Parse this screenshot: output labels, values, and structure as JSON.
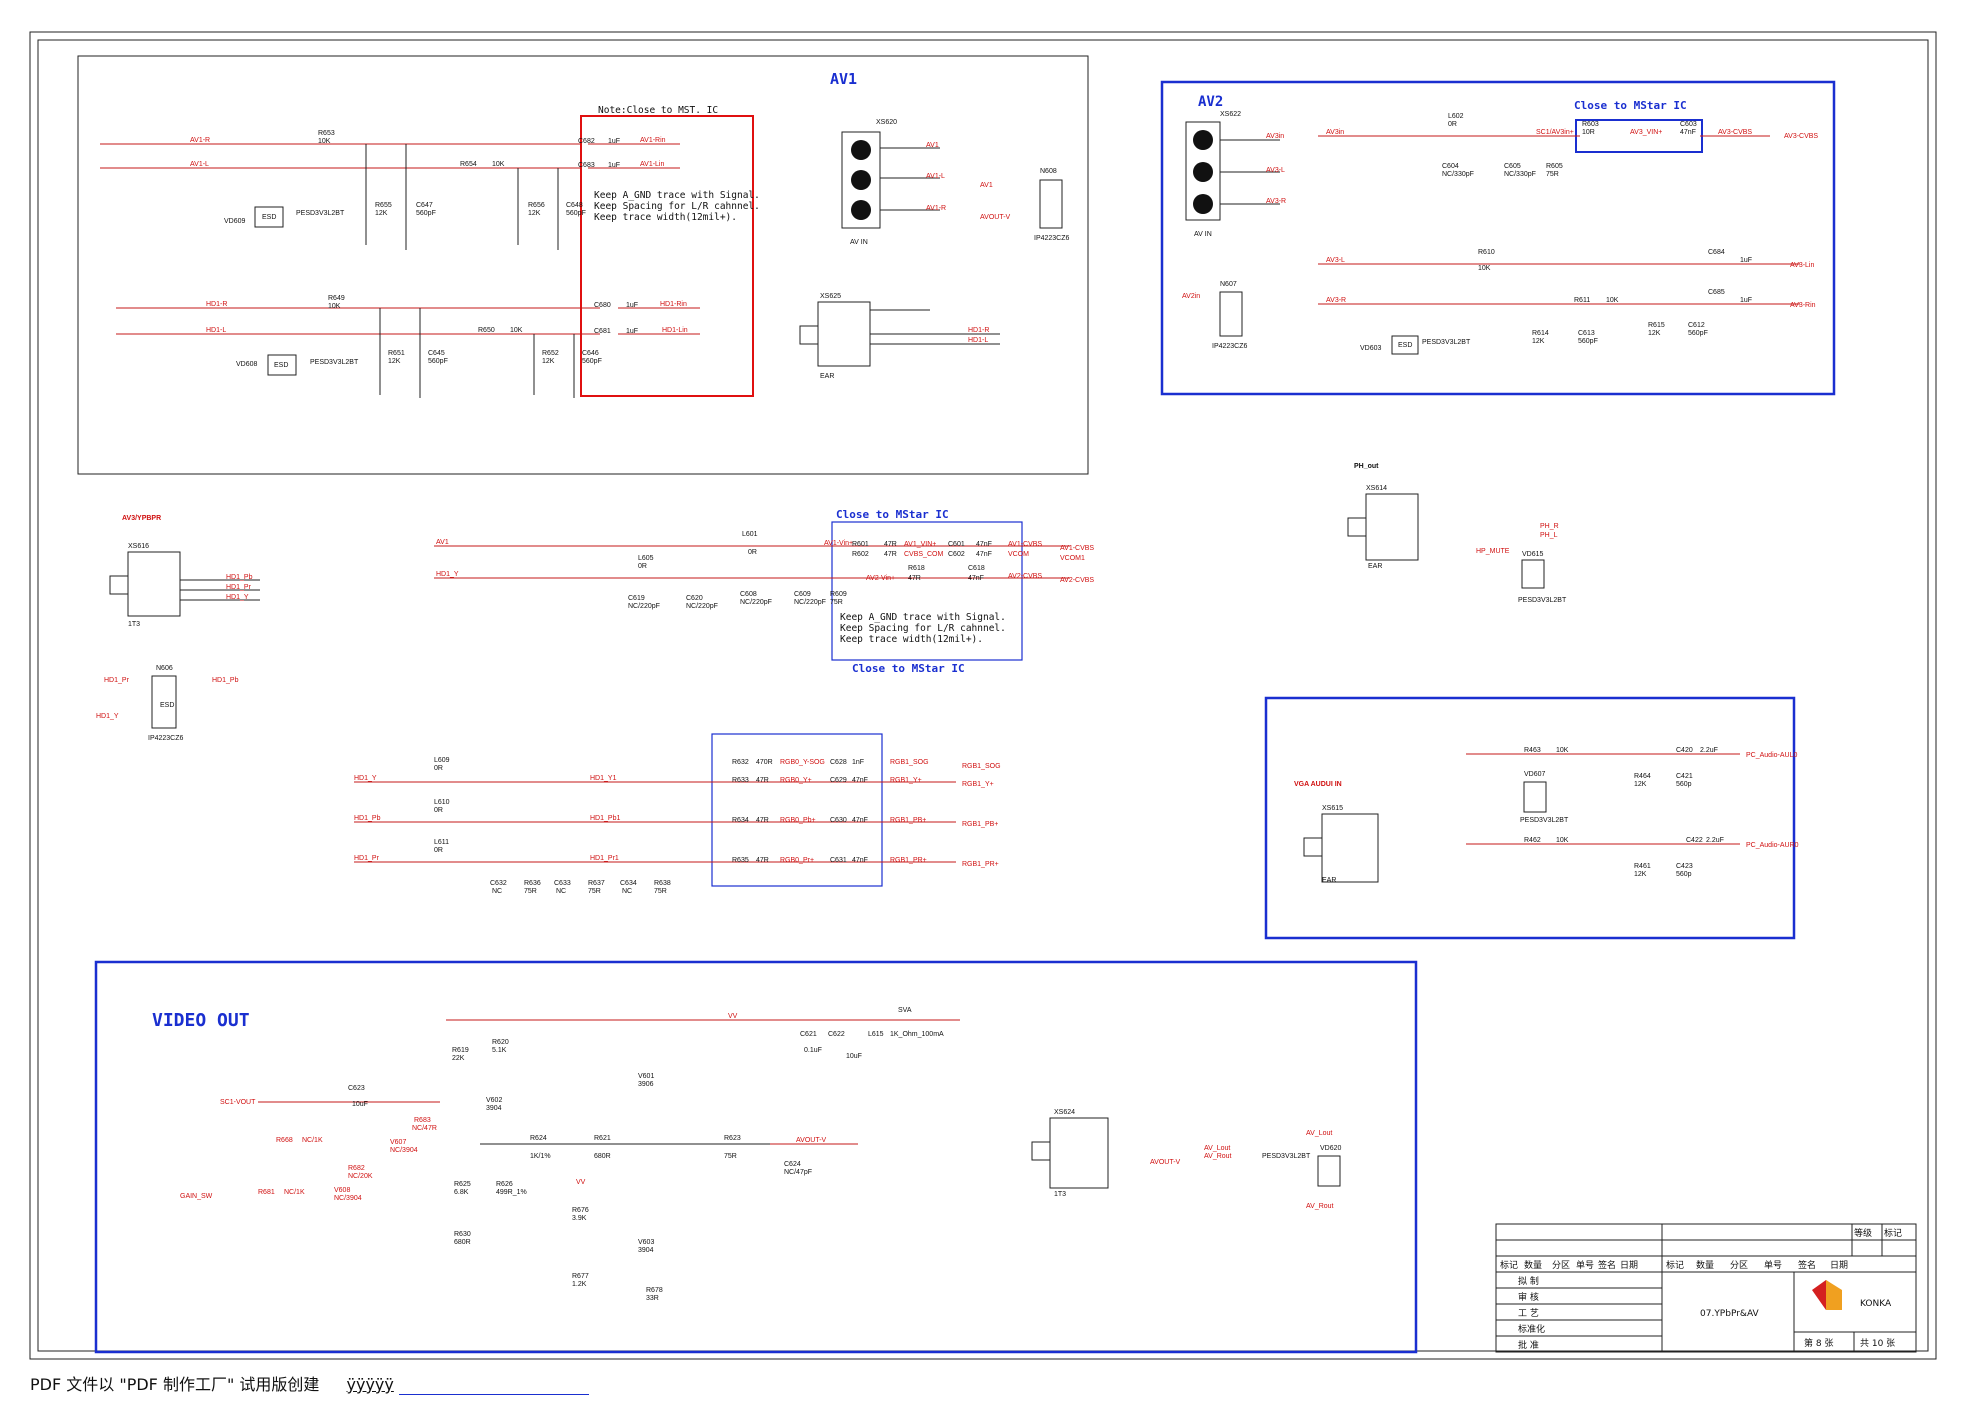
{
  "sections": {
    "av1": "AV1",
    "av2": "AV2",
    "av3": "AV3/YPBPR",
    "ph_out": "PH_out",
    "vga": "VGA AUDUI IN",
    "video_out": "VIDEO OUT"
  },
  "notes": {
    "av1_note": "Note:Close to MST. IC",
    "keep1": "Keep A_GND trace with Signal.",
    "keep2": "Keep Spacing for L/R cahnnel.",
    "keep3": "Keep trace width(12mil+).",
    "close_av2": "Close to MStar IC",
    "close_mid_top": "Close to MStar IC",
    "close_mid_bot": "Close to MStar IC",
    "keep_mid1": "Keep A_GND trace with Signal.",
    "keep_mid2": "Keep Spacing for L/R cahnnel.",
    "keep_mid3": "Keep trace width(12mil+)."
  },
  "connectors": {
    "xs620": "XS620",
    "av_in": "AV IN",
    "xs625": "XS625",
    "ear": "EAR",
    "xs622": "XS622",
    "av_in2": "AV IN",
    "xs616": "XS616",
    "t13": "1T3",
    "xs614": "XS614",
    "ear2": "EAR",
    "xs615": "XS615",
    "ear3": "EAR",
    "xs624": "XS624",
    "t13b": "1T3"
  },
  "parts": {
    "r653": "R653",
    "r653v": "10K",
    "r654": "R654",
    "r654v": "10K",
    "r655": "R655",
    "r655v": "12K",
    "c647": "C647",
    "c647v": "560pF",
    "r656": "R656",
    "r656v": "12K",
    "c648": "C648",
    "c648v": "560pF",
    "c682": "C682",
    "c682v": "1uF",
    "c683": "C683",
    "c683v": "1uF",
    "vd609": "VD609",
    "esd": "ESD",
    "pesd": "PESD3V3L2BT",
    "r649": "R649",
    "r649v": "10K",
    "r650": "R650",
    "r650v": "10K",
    "r651": "R651",
    "r651v": "12K",
    "c645": "C645",
    "c645v": "560pF",
    "r652": "R652",
    "r652v": "12K",
    "c646": "C646",
    "c646v": "560pF",
    "c680": "C680",
    "c680v": "1uF",
    "c681": "C681",
    "c681v": "1uF",
    "vd608": "VD608",
    "n608": "N608",
    "ip": "IP4223CZ6",
    "l602": "L602",
    "l602v": "0R",
    "r603": "R603",
    "r603v": "10R",
    "c603": "C603",
    "c603v": "47nF",
    "c604": "C604",
    "c604v": "NC/330pF",
    "c605": "C605",
    "c605v": "NC/330pF",
    "r605": "R605",
    "r605v": "75R",
    "r610": "R610",
    "r610v": "10K",
    "r611": "R611",
    "r611v": "10K",
    "c684": "C684",
    "c684v": "1uF",
    "c685": "C685",
    "c685v": "1uF",
    "r614": "R614",
    "r614v": "12K",
    "c613": "C613",
    "c613v": "560pF",
    "r615": "R615",
    "r615v": "12K",
    "c612": "C612",
    "c612v": "560pF",
    "vd603": "VD603",
    "n607": "N607",
    "l601": "L601",
    "l601v": "0R",
    "l605": "L605",
    "l605v": "0R",
    "c619": "C619",
    "c619v": "NC/220pF",
    "c620": "C620",
    "c620v": "NC/220pF",
    "c608": "C608",
    "c608v": "NC/220pF",
    "c609": "C609",
    "c609v": "NC/220pF",
    "r609": "R609",
    "r609v": "75R",
    "r601": "R601",
    "r601v": "47R",
    "r602": "R602",
    "r602v": "47R",
    "c601": "C601",
    "c601v": "47nF",
    "c602": "C602",
    "c602v": "47nF",
    "r618": "R618",
    "r618v": "47R",
    "c618": "C618",
    "c618v": "47nF",
    "n606": "N606",
    "vd615": "VD615",
    "l609": "L609",
    "l609v": "0R",
    "l610": "L610",
    "l610v": "0R",
    "l611": "L611",
    "l611v": "0R",
    "c632": "C632",
    "c632v": "NC",
    "r636": "R636",
    "r636v": "75R",
    "c633": "C633",
    "c633v": "NC",
    "r637": "R637",
    "r637v": "75R",
    "c634": "C634",
    "c634v": "NC",
    "r638": "R638",
    "r638v": "75R",
    "r632": "R632",
    "r632v": "470R",
    "r633": "R633",
    "r633v": "47R",
    "r634": "R634",
    "r634v": "47R",
    "r635": "R635",
    "r635v": "47R",
    "c628": "C628",
    "c628v": "1nF",
    "c629": "C629",
    "c629v": "47nF",
    "c630": "C630",
    "c630v": "47nF",
    "c631": "C631",
    "c631v": "47nF",
    "r463": "R463",
    "r463v": "10K",
    "r462": "R462",
    "r462v": "10K",
    "c420": "C420",
    "c420v": "2.2uF",
    "c422": "C422",
    "c422v": "2.2uF",
    "r464": "R464",
    "r464v": "12K",
    "c421": "C421",
    "c421v": "560p",
    "r461": "R461",
    "r461v": "12K",
    "c423": "C423",
    "c423v": "560p",
    "vd607": "VD607",
    "c623": "C623",
    "c623v": "10uF",
    "r619": "R619",
    "r619v": "22K",
    "r620": "R620",
    "r620v": "5.1K",
    "v602": "V602",
    "v602v": "3904",
    "v601": "V601",
    "v601v": "3906",
    "v607": "V607",
    "v607v": "NC/3904",
    "v608": "V608",
    "v608v": "NC/3904",
    "r683": "R683",
    "r683v": "NC/47R",
    "r668": "R668",
    "r668v": "NC/1K",
    "r681": "R681",
    "r681v": "NC/1K",
    "r682": "R682",
    "r682v": "NC/20K",
    "r624": "R624",
    "r624v": "1K/1%",
    "r621": "R621",
    "r621v": "680R",
    "r623": "R623",
    "r623v": "75R",
    "r625": "R625",
    "r625v": "6.8K",
    "r626": "R626",
    "r626v": "499R_1%",
    "r630": "R630",
    "r630v": "680R",
    "r676": "R676",
    "r676v": "3.9K",
    "r677": "R677",
    "r677v": "1.2K",
    "v603": "V603",
    "v603v": "3904",
    "r678": "R678",
    "r678v": "33R",
    "c621": "C621",
    "c621v": "0.1uF",
    "c622": "C622",
    "c622v": "10uF",
    "l615": "L615",
    "l615v": "1K_Ohm_100mA",
    "c624": "C624",
    "c624v": "NC/47pF",
    "vd620": "VD620",
    "sva": "SVA"
  },
  "nets": {
    "av1r": "AV1-R",
    "av1l": "AV1-L",
    "av1rn": "AV1-Rin",
    "av1ln": "AV1-Lin",
    "hd1r": "HD1-R",
    "hd1l": "HD1-L",
    "hd1rn": "HD1-Rin",
    "hd1ln": "HD1-Lin",
    "av1": "AV1",
    "avout": "AVOUT-V",
    "av1l2": "AV1-L",
    "av1r2": "AV1-R",
    "hd1r2": "HD1-R",
    "hd1l2": "HD1-L",
    "av3in": "AV3in",
    "av3l": "AV3-L",
    "av3r": "AV3-R",
    "sc1": "SC1/AV3in+",
    "av3vin": "AV3_VIN+",
    "av3cvbs": "AV3-CVBS",
    "av3cvbs2": "AV3-CVBS",
    "av3l2": "AV3-L",
    "av3r2": "AV3-R",
    "av3lin": "AV3-Lin",
    "av3rin": "AV3-Rin",
    "av2in": "AV2in",
    "av1b": "AV1",
    "av1vin": "AV1-Vin+",
    "av1vin2": "AV1_VIN+",
    "cvbscom": "CVBS_COM",
    "av1cvbs": "AV1-CVBS",
    "av1cvbs2": "AV1-CVBS",
    "vcom": "VCOM",
    "vcom1": "VCOM1",
    "av2y": "HD1_Y",
    "av2vin": "AV2-Vin+",
    "av2cvbs": "AV2-CVBS",
    "av2cvbs2": "AV2-CVBS",
    "hd1pb": "HD1_Pb",
    "hd1pr": "HD1_Pr",
    "hd1y": "HD1_Y",
    "n_hd1pr": "HD1_Pr",
    "n_hd1y": "HD1_Y",
    "n_hd1pb": "HD1_Pb",
    "phr": "PH_R",
    "phl": "PH_L",
    "phmute": "HP_MUTE",
    "hd1yl": "HD1_Y",
    "hd1pbl": "HD1_Pb",
    "hd1prl": "HD1_Pr",
    "hd1y1": "HD1_Y1",
    "hd1pb1": "HD1_Pb1",
    "hd1pr1": "HD1_Pr1",
    "rgb0sogy": "RGB0_Y-SOG",
    "rgb0y": "RGB0_Y+",
    "rgb0pb": "RGB0_Pb+",
    "rgb0pr": "RGB0_Pr+",
    "rgb1sog": "RGB1_SOG",
    "rgb1y": "RGB1_Y+",
    "rgb1pb": "RGB1_PB+",
    "rgb1pr": "RGB1_PR+",
    "rgb1sog2": "RGB1_SOG",
    "rgb1y2": "RGB1_Y+",
    "rgb1pb2": "RGB1_PB+",
    "rgb1pr2": "RGB1_PR+",
    "pcaudl": "PC_Audio-AUL0",
    "pcaudr": "PC_Audio-AUR0",
    "sc1vout": "SC1-VOUT",
    "gainsw": "GAIN_SW",
    "vv": "VV",
    "vv2": "VV",
    "avoutv": "AVOUT-V",
    "avlout": "AV_Lout",
    "avrout": "AV_Rout",
    "avoutv2": "AVOUT-V",
    "avlout2": "AV_Lout",
    "avrout2": "AV_Rout"
  },
  "title_block": {
    "grade": "等级",
    "mark": "标记",
    "h1": "标记",
    "h2": "数量",
    "h3": "分区",
    "h4": "单号",
    "h5": "签名",
    "h6": "日期",
    "g1": "标记",
    "g2": "数量",
    "g3": "分区",
    "g4": "单号",
    "g5": "签名",
    "g6": "日期",
    "draft": "拟  制",
    "review": "审  核",
    "process": "工  艺",
    "standard": "标准化",
    "approve": "批  准",
    "drawing": "07.YPbPr&AV",
    "company": "KONKA",
    "sheet": "第 8 张",
    "total": "共 10 张"
  },
  "footer": {
    "text": "PDF 文件以 \"PDF 制作工厂\" 试用版创建",
    "junk": "ÿÿÿÿÿ"
  },
  "colors": {
    "wire": "#c41a1a",
    "box": "#1a2fd0",
    "note_box": "#e01010"
  }
}
